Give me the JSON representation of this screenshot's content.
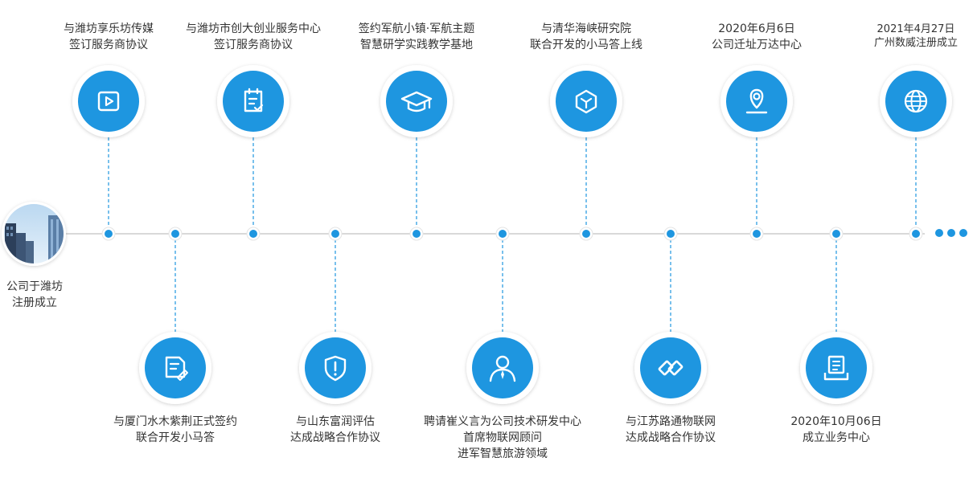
{
  "colors": {
    "accent": "#1e96e0",
    "line": "#d9d9d9",
    "dash": "#1e96e0",
    "text": "#333333"
  },
  "start": {
    "label_line1": "公司于潍坊",
    "label_line2": "注册成立",
    "image": "city-skyline-photo"
  },
  "top_events": [
    {
      "line1": "与潍坊享乐坊传媒",
      "line2": "签订服务商协议",
      "icon": "play-screen-icon"
    },
    {
      "line1": "与潍坊市创大创业服务中心",
      "line2": "签订服务商协议",
      "icon": "clipboard-check-icon"
    },
    {
      "line1": "签约军航小镇·军航主题",
      "line2": "智慧研学实践教学基地",
      "icon": "graduation-cap-icon"
    },
    {
      "line1": "与清华海峡研究院",
      "line2": "联合开发的小马答上线",
      "icon": "cube-icon"
    },
    {
      "line1": "2020年6月6日",
      "line2": "公司迁址万达中心",
      "icon": "map-pin-icon"
    },
    {
      "line1": "2021年4月27日",
      "line2": "广州数威注册成立",
      "icon": "globe-icon"
    }
  ],
  "bottom_events": [
    {
      "line1": "与厦门水木紫荆正式签约",
      "line2": "联合开发小马答",
      "line3": "",
      "icon": "document-edit-icon"
    },
    {
      "line1": "与山东富润评估",
      "line2": "达成战略合作协议",
      "line3": "",
      "icon": "shield-alert-icon"
    },
    {
      "line1": "聘请崔义言为公司技术研发中心",
      "line2": "首席物联网顾问",
      "line3": "进军智慧旅游领域",
      "icon": "person-tie-icon"
    },
    {
      "line1": "与江苏路通物联网",
      "line2": "达成战略合作协议",
      "line3": "",
      "icon": "link-icon"
    },
    {
      "line1": "2020年10月06日",
      "line2": "成立业务中心",
      "line3": "",
      "icon": "book-stand-icon"
    }
  ],
  "more_icon": "ellipsis-icon"
}
